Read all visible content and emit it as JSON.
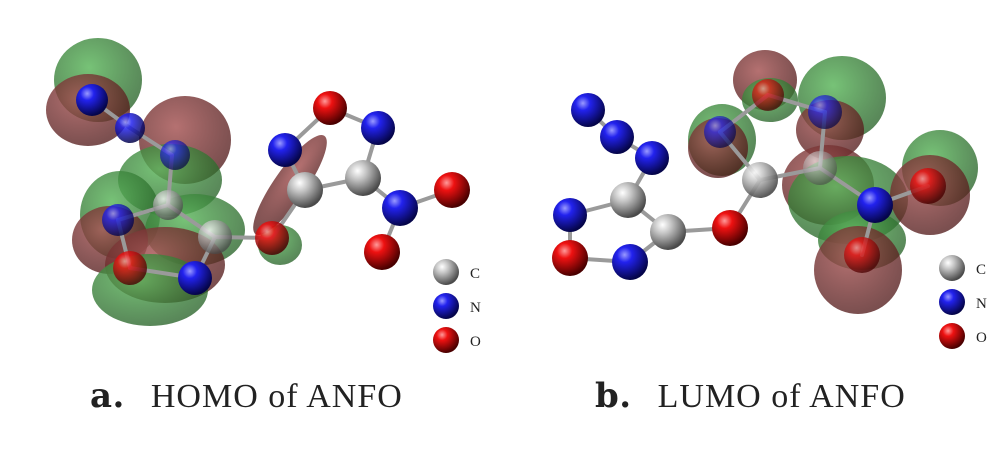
{
  "panels": [
    {
      "letter": "a.",
      "title": "HOMO of ANFO",
      "legend": [
        {
          "element": "C",
          "color": "#8d8d8d"
        },
        {
          "element": "N",
          "color": "#1a1ad6"
        },
        {
          "element": "O",
          "color": "#e00000"
        }
      ]
    },
    {
      "letter": "b.",
      "title": "LUMO of ANFO",
      "legend": [
        {
          "element": "C",
          "color": "#8d8d8d"
        },
        {
          "element": "N",
          "color": "#1a1ad6"
        },
        {
          "element": "O",
          "color": "#e00000"
        }
      ]
    }
  ],
  "colors": {
    "orbital_positive": "#3c8c3c",
    "orbital_negative": "#7a2a2a",
    "bond": "#9a9a9a"
  }
}
